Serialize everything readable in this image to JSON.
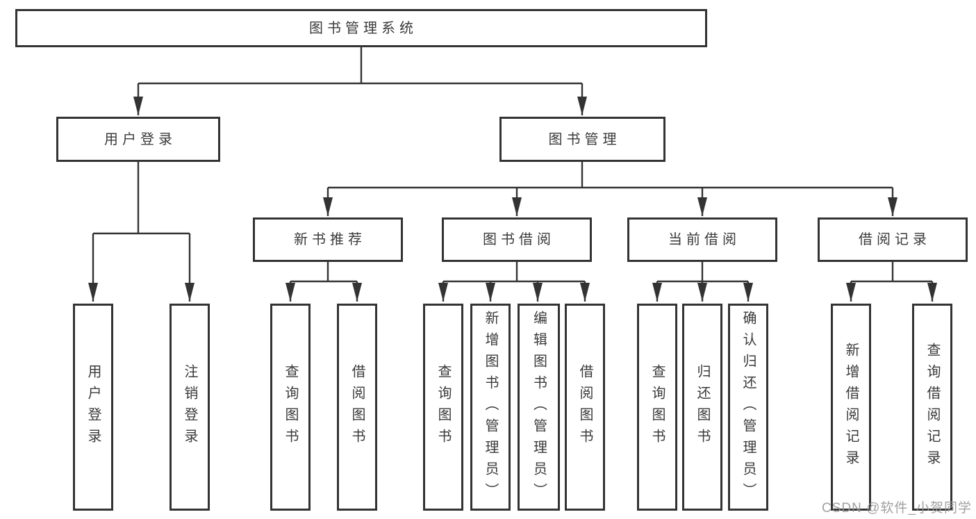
{
  "tree": {
    "label": "图书管理系统",
    "children": [
      {
        "label": "用户登录",
        "children": [
          {
            "label": "用户登录"
          },
          {
            "label": "注销登录"
          }
        ]
      },
      {
        "label": "图书管理",
        "children": [
          {
            "label": "新书推荐",
            "children": [
              {
                "label": "查询图书"
              },
              {
                "label": "借阅图书"
              }
            ]
          },
          {
            "label": "图书借阅",
            "children": [
              {
                "label": "查询图书"
              },
              {
                "label": "新增图书（管理员）"
              },
              {
                "label": "编辑图书（管理员）"
              },
              {
                "label": "借阅图书"
              }
            ]
          },
          {
            "label": "当前借阅",
            "children": [
              {
                "label": "查询图书"
              },
              {
                "label": "归还图书"
              },
              {
                "label": "确认归还（管理员）"
              }
            ]
          },
          {
            "label": "借阅记录",
            "children": [
              {
                "label": "新增借阅记录"
              },
              {
                "label": "查询借阅记录"
              }
            ]
          }
        ]
      }
    ]
  },
  "watermark": "CSDN @软件_小贺同学",
  "colors": {
    "line": "#333333",
    "box_border": "#333333",
    "text": "#3a3a3a",
    "background": "#ffffff",
    "watermark": "#989898"
  }
}
